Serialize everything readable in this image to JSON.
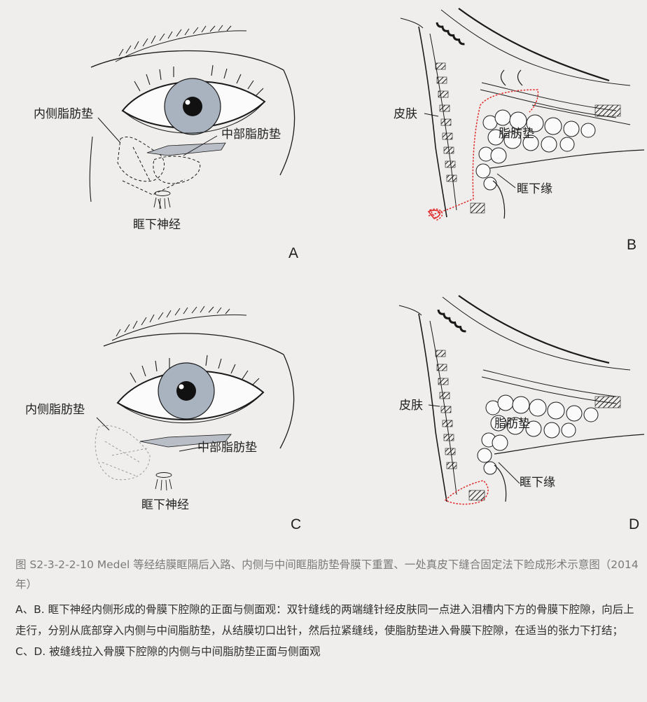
{
  "panels": {
    "A": {
      "letter": "A",
      "labels": {
        "medial_fat_pad": "内侧脂肪垫",
        "middle_fat_pad": "中部脂肪垫",
        "infraorbital_nerve": "眶下神经"
      }
    },
    "B": {
      "letter": "B",
      "labels": {
        "skin": "皮肤",
        "fat_pad": "脂肪垫",
        "orbital_rim": "眶下缘"
      }
    },
    "C": {
      "letter": "C",
      "labels": {
        "medial_fat_pad": "内侧脂肪垫",
        "middle_fat_pad": "中部脂肪垫",
        "infraorbital_nerve": "眶下神经"
      }
    },
    "D": {
      "letter": "D",
      "labels": {
        "skin": "皮肤",
        "fat_pad": "脂肪垫",
        "orbital_rim": "眶下缘"
      }
    }
  },
  "caption": {
    "title": "图 S2-3-2-2-10 Medel 等经结膜眶隔后入路、内侧与中间眶脂肪垫骨膜下重置、一处真皮下缝合固定法下睑成形术示意图（2014 年）",
    "body": "A、B. 眶下神经内侧形成的骨膜下腔隙的正面与侧面观：双针缝线的两端缝针经皮肤同一点进入泪槽内下方的骨膜下腔隙，向后上走行，分别从底部穿入内侧与中间脂肪垫，从结膜切口出针，然后拉紧缝线，使脂肪垫进入骨膜下腔隙，在适当的张力下打结；C、D. 被缝线拉入骨膜下腔隙的内侧与中间脂肪垫正面与侧面观"
  },
  "colors": {
    "line": "#1a1a1a",
    "iris": "#a9b3c0",
    "suture": "#e02a2a",
    "background": "#efeeec"
  }
}
